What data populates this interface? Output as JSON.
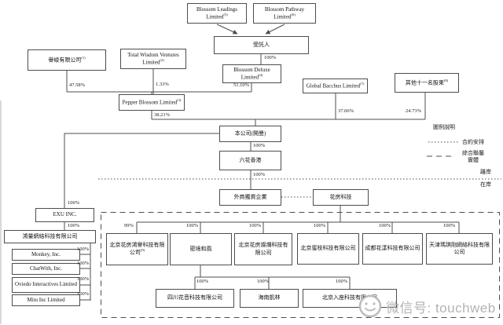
{
  "nodes": {
    "blossom_leadings": {
      "label": "Blossom Leadings Limited",
      "sup": "(5)"
    },
    "blossom_pathway": {
      "label": "Blossom Pathway Limited",
      "sup": "(6)"
    },
    "trustee": {
      "label": "受託人"
    },
    "blossom_deluxe": {
      "label": "Blossom Deluxe Limited",
      "sup": "(4)"
    },
    "yujun": {
      "label": "譽峻有限公司",
      "sup": "(1)"
    },
    "total_wisdom": {
      "label": "Total Wisdom Ventures Limited",
      "sup": "(2)"
    },
    "pepper_blossom": {
      "label": "Pepper Blossom Limited",
      "sup": "(3)"
    },
    "global_bacchus": {
      "label": "Global Bacchus Limited",
      "sup": "(7)"
    },
    "other_shareholders": {
      "label": "其他十一名股東",
      "sup": "(8)"
    },
    "company": {
      "label": "本公司(開曼)"
    },
    "liuhua_hk": {
      "label": "六花香港"
    },
    "wfoe": {
      "label": "外商獨資企業"
    },
    "huafang_tech": {
      "label": "花房科技"
    },
    "exu": {
      "label": "EXU INC."
    },
    "hongliang": {
      "label": "鴻量網絡科技有限公司"
    },
    "monkey": {
      "label": "Monkey, Inc."
    },
    "chatwith": {
      "label": "ChatWith, Inc."
    },
    "oviedo": {
      "label": "Oviedo Interactives Limited"
    },
    "mitu": {
      "label": "Mitu Inc Limited"
    },
    "hongyu": {
      "label": "北京花房鴻譽科技有限公司",
      "sup": "(9)"
    },
    "mijing": {
      "label": "密境和風"
    },
    "canlan": {
      "label": "北京花房燦爛科技有限公司"
    },
    "mizhi": {
      "label": "北京蜜枝科技有限公司"
    },
    "huayang": {
      "label": "成都花漾科技有限公司"
    },
    "tianjin": {
      "label": "天津瑪琪剛網絡科技有限公司"
    },
    "sichuan": {
      "label": "四川花音科技有限公司"
    },
    "hainan": {
      "label": "海南凱林"
    },
    "ruzuo": {
      "label": "北京入座科技有限公司"
    }
  },
  "edge_labels": {
    "trustee_deluxe": "100%",
    "yujun_pepper": "47.58%",
    "wisdom_pepper": "1.33%",
    "deluxe_pepper": "51.10%",
    "pepper_company": "38.21%",
    "bacchus_company": "37.06%",
    "others_company": "24.73%",
    "company_hk": "100%",
    "hk_wfoe": "100%",
    "company_exu": "100%",
    "exu_hongliang": "100%",
    "hongliang_monkey": "100%",
    "hongliang_chatwith": "100%",
    "hongliang_oviedo": "100%",
    "hongliang_mitu": "100%",
    "huafang_hongyu": "99%",
    "huafang_mijing": "100%",
    "huafang_canlan": "100%",
    "huafang_mizhi": "100%",
    "huafang_huayang": "100%",
    "huafang_tianjin": "100%",
    "mijing_sichuan": "100%",
    "mijing_hainan": "100%",
    "mijing_ruzuo": "100%"
  },
  "legend": {
    "title": "圖例說明",
    "contract": "合約安排",
    "consolidated": "綜合聯屬實體",
    "offshore": "離岸",
    "onshore": "在岸"
  },
  "watermark": {
    "label": "微信号: touchweb"
  }
}
